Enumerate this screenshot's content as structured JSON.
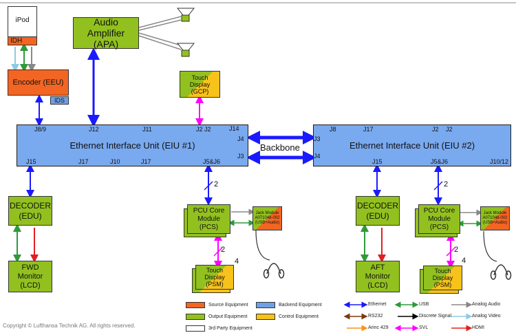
{
  "boxes": {
    "ipod": "iPod",
    "idh": "IDH",
    "eeu": "Encoder (EEU)",
    "ids": "IDS",
    "apa_line1": "Audio",
    "apa_line2": "Amplifier (APA)",
    "gcp_line1": "Touch",
    "gcp_line2": "Display",
    "gcp_line3": "(GCP)",
    "eiu1": "Ethernet Interface Unit (EIU #1)",
    "eiu2": "Ethernet Interface Unit (EIU #2)",
    "backbone": "Backbone",
    "edu_line1": "DECODER",
    "edu_line2": "(EDU)",
    "fwd_line1": "FWD",
    "fwd_line2": "Monitor",
    "fwd_line3": "(LCD)",
    "aft_line1": "AFT",
    "aft_line2": "Monitor",
    "aft_line3": "(LCD)",
    "pcs_line1": "PCU Core",
    "pcs_line2": "Module",
    "pcs_line3": "(PCS)",
    "psm_line1": "Touch",
    "psm_line2": "Display",
    "psm_line3": "(PSM)",
    "jack_line1": "Jack Module",
    "jack_line2": "A071048-002",
    "jack_line3": "(USB+Audio)",
    "bus_count": "2",
    "display_count": "4"
  },
  "connectors": {
    "eiu1": {
      "j89": "J8/9",
      "j12": "J12",
      "j11": "J11",
      "j2": "J2 J2",
      "j14": "J14",
      "j4": "J4",
      "j3": "J3",
      "j15": "J15",
      "j17a": "J17",
      "j10": "J10",
      "j17b": "J17",
      "j5j6": "J5&J6"
    },
    "eiu2": {
      "j3": "J3",
      "j4": "J4",
      "j8": "J8",
      "j17": "J17",
      "j2a": "J2",
      "j2b": "J2",
      "j15": "J15",
      "j5j6": "J5&J6",
      "j1012": "J10/12"
    }
  },
  "legend": {
    "equipment": [
      {
        "label": "Source Equipment",
        "color": "#f26522"
      },
      {
        "label": "Backend Equipment",
        "color": "#6fa0e6"
      },
      {
        "label": "Output Equipment",
        "color": "#92c11f"
      },
      {
        "label": "Control Equipment",
        "color": "#f7c21a"
      },
      {
        "label": "3rd Party Equipment",
        "color": "#ffffff"
      }
    ],
    "signals": [
      {
        "label": "Ethernet",
        "color": "#0000ff"
      },
      {
        "label": "USB",
        "color": "#2e9a3a"
      },
      {
        "label": "Analog Audio",
        "color": "#888888"
      },
      {
        "label": "RS232",
        "color": "#7a3b12"
      },
      {
        "label": "Discrete Signal",
        "color": "#000000"
      },
      {
        "label": "Analog Video",
        "color": "#8ecae6"
      },
      {
        "label": "Arinc 429",
        "color": "#f7931e"
      },
      {
        "label": "SVL",
        "color": "#ff00ff"
      },
      {
        "label": "HDMI",
        "color": "#e02020"
      }
    ]
  },
  "copyright": "Copyright © Lufthansa Technik AG. All rights reserved."
}
